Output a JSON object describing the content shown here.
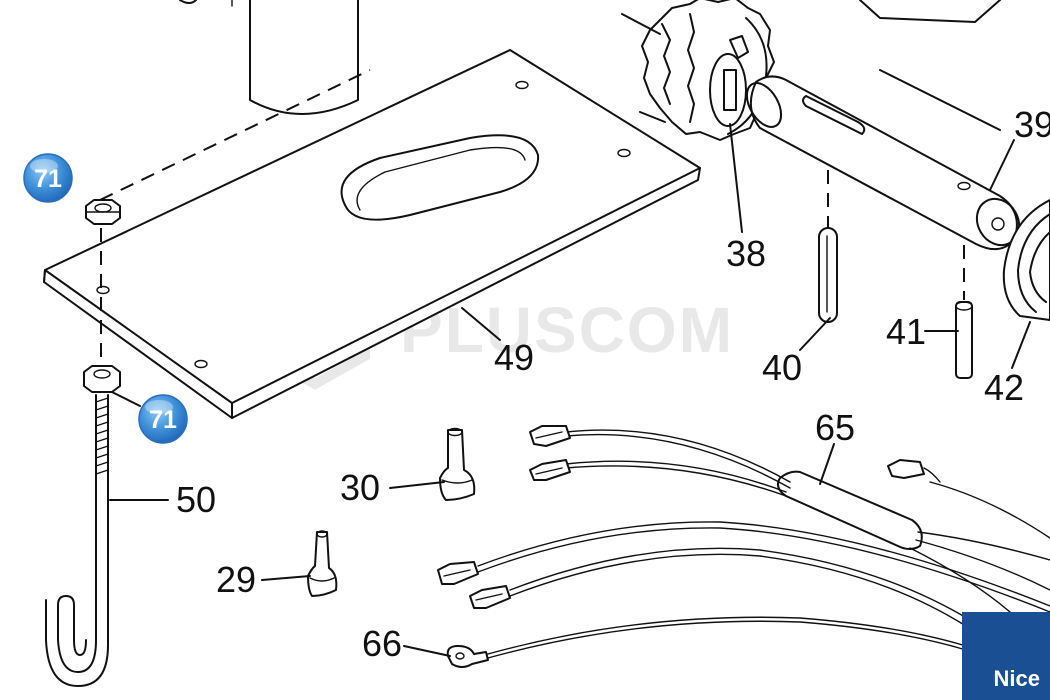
{
  "labels": {
    "p38": "38",
    "p39": "39",
    "p40": "40",
    "p41": "41",
    "p42": "42",
    "p49": "49",
    "p50": "50",
    "p65": "65",
    "p30": "30",
    "p29": "29",
    "p66": "66"
  },
  "badges": {
    "nut_top": "71",
    "nut_bottom": "71"
  },
  "watermark": "PLUSCOM",
  "brand": "Nice",
  "colors": {
    "badge": "#3d8fd8",
    "brand_bg": "#1b4f93",
    "line": "#111111"
  }
}
